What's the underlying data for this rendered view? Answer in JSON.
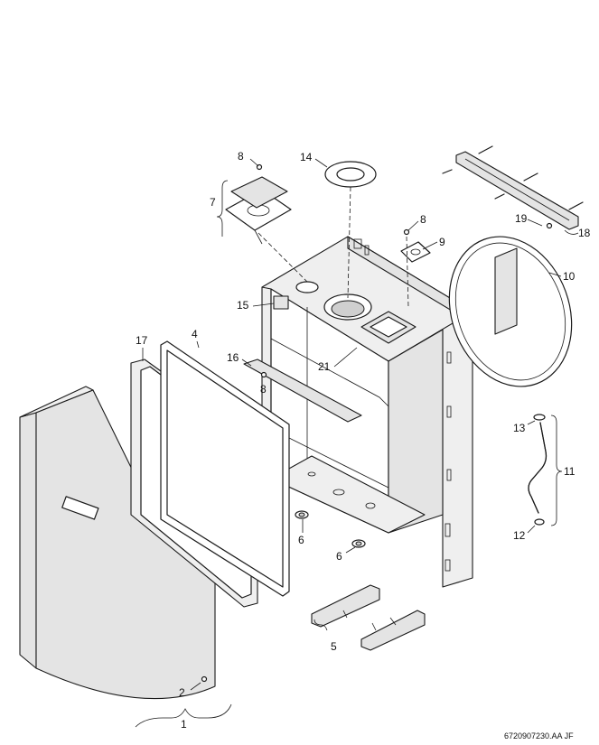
{
  "labels": {
    "l1": "1",
    "l2": "2",
    "l4": "4",
    "l5": "5",
    "l6a": "6",
    "l6b": "6",
    "l7": "7",
    "l8a": "8",
    "l8b": "8",
    "l8c": "8",
    "l9": "9",
    "l10": "10",
    "l11": "11",
    "l12": "12",
    "l13": "13",
    "l14": "14",
    "l15": "15",
    "l16": "16",
    "l17": "17",
    "l18": "18",
    "l19": "19",
    "l21": "21"
  },
  "reference": "6720907230.AA  JF",
  "colors": {
    "line": "#1a1a1a",
    "panel": "#e4e4e4",
    "background": "#ffffff"
  }
}
